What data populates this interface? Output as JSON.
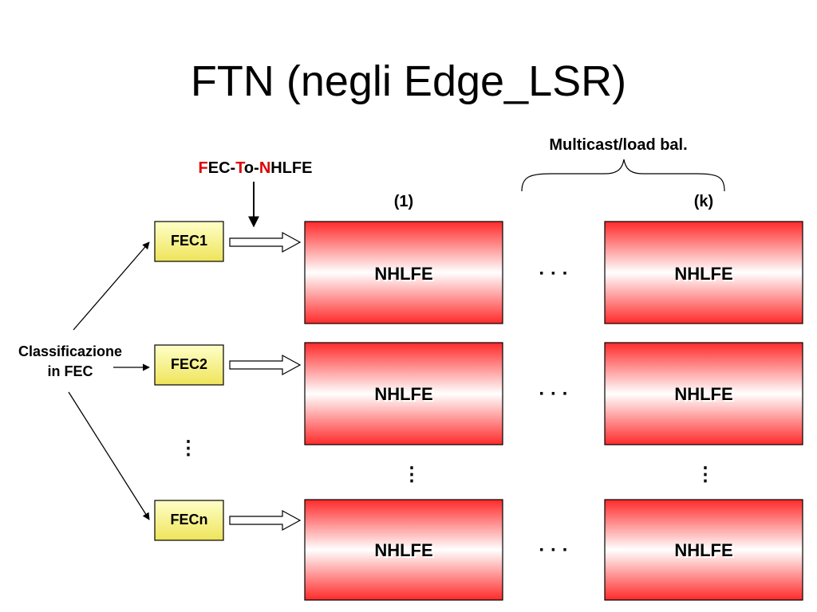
{
  "title": "FTN (negli Edge_LSR)",
  "colors": {
    "nhlfe_edge": "#ff2020",
    "nhlfe_center": "#ffffff",
    "fec_fill_top": "#ffffc0",
    "fec_fill_bottom": "#f0e860",
    "highlight_red": "#e00000"
  },
  "fec_to_nhlfe": {
    "parts": [
      {
        "text": "F",
        "highlight": true
      },
      {
        "text": "EC-",
        "highlight": false
      },
      {
        "text": "T",
        "highlight": true
      },
      {
        "text": "o-",
        "highlight": false
      },
      {
        "text": "N",
        "highlight": true
      },
      {
        "text": "HLFE",
        "highlight": false
      }
    ]
  },
  "multicast_label": "Multicast/load bal.",
  "columns": {
    "first": "(1)",
    "last": "(k)"
  },
  "classifier": {
    "line1": "Classificazione",
    "line2": "in FEC"
  },
  "fecs": [
    "FEC1",
    "FEC2",
    "FECn"
  ],
  "nhlfe_label": "NHLFE",
  "horizontal_dots": "· · ·",
  "vertical_dots": "⋮"
}
